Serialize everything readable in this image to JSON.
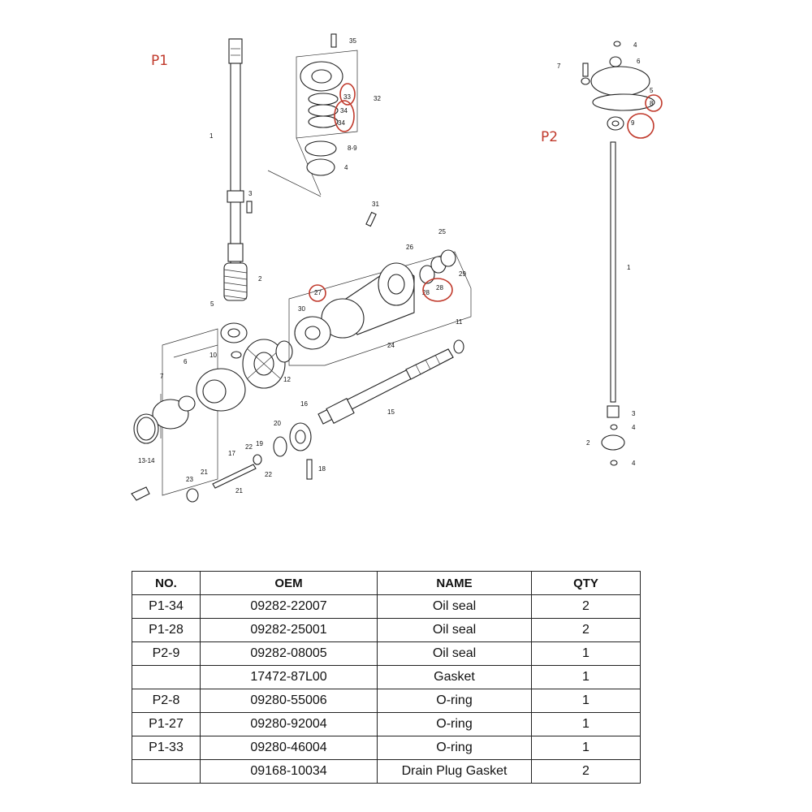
{
  "panels": [
    {
      "id": "P1",
      "label": "P1"
    },
    {
      "id": "P2",
      "label": "P2"
    }
  ],
  "callouts": {
    "p1": [
      "35",
      "32",
      "33",
      "34",
      "34",
      "8-9",
      "4",
      "1",
      "3",
      "31",
      "26",
      "25",
      "2",
      "27",
      "29",
      "28",
      "28",
      "30",
      "5",
      "10",
      "6",
      "11",
      "7",
      "12",
      "24",
      "16",
      "15",
      "20",
      "13-14",
      "17",
      "19",
      "22",
      "18",
      "21",
      "22",
      "23",
      "21"
    ],
    "p2": [
      "4",
      "6",
      "7",
      "5",
      "8",
      "9",
      "1",
      "3",
      "4",
      "2",
      "4"
    ]
  },
  "highlight_color": "#c0392b",
  "table": {
    "headers": [
      "NO.",
      "OEM",
      "NAME",
      "QTY"
    ],
    "rows": [
      [
        "P1-34",
        "09282-22007",
        "Oil seal",
        "2"
      ],
      [
        "P1-28",
        "09282-25001",
        "Oil seal",
        "2"
      ],
      [
        "P2-9",
        "09282-08005",
        "Oil seal",
        "1"
      ],
      [
        "",
        "17472-87L00",
        "Gasket",
        "1"
      ],
      [
        "P2-8",
        "09280-55006",
        "O-ring",
        "1"
      ],
      [
        "P1-27",
        "09280-92004",
        "O-ring",
        "1"
      ],
      [
        "P1-33",
        "09280-46004",
        "O-ring",
        "1"
      ],
      [
        "",
        "09168-10034",
        "Drain Plug Gasket",
        "2"
      ]
    ]
  }
}
